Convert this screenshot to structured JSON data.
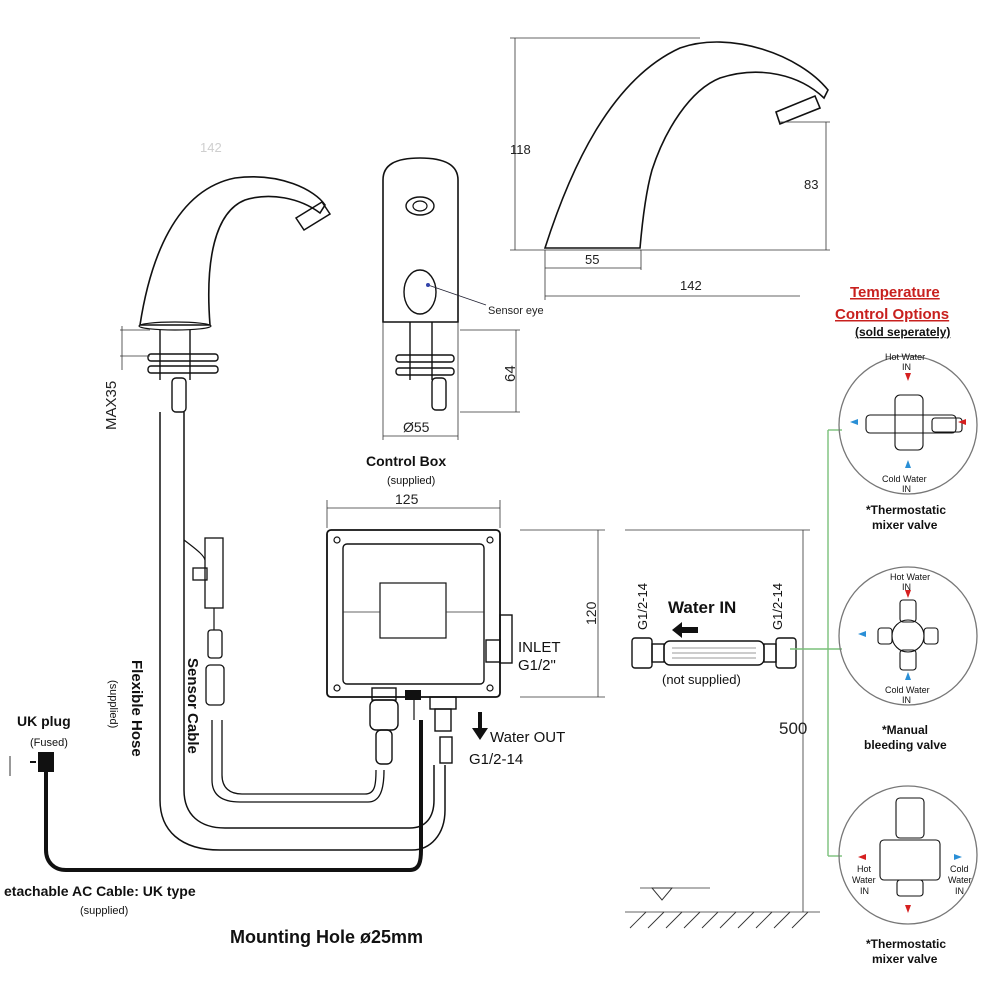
{
  "faucet": {
    "dims": {
      "top_width_faded": "142",
      "height": "118",
      "spout_height": "83",
      "base_width": "55",
      "total_width": "142",
      "max_deck": "MAX35",
      "shank_length": "64",
      "base_diameter": "Ø55"
    },
    "sensor_eye_label": "Sensor eye"
  },
  "control_box": {
    "title": "Control Box",
    "subtitle": "(supplied)",
    "width": "125",
    "height": "120",
    "inlet_label_1": "INLET",
    "inlet_label_2": "G1/2\"",
    "water_out_label": "Water OUT",
    "water_out_thread": "G1/2-14"
  },
  "hoses": {
    "flexible_hose": "Flexible Hose",
    "flexible_hose_sub": "(supplied)",
    "sensor_cable": "Sensor Cable"
  },
  "power": {
    "uk_plug": "UK plug",
    "uk_plug_sub": "(Fused)",
    "ac_cable": "etachable AC Cable: UK type",
    "ac_cable_sub": "(supplied)"
  },
  "mounting_hole": "Mounting Hole ø25mm",
  "water_in": {
    "label": "Water IN",
    "thread_left": "G1/2-14",
    "thread_right": "G1/2-14",
    "sub": "(not supplied)",
    "height": "500"
  },
  "temp_options": {
    "title_1": "Temperature",
    "title_2": "Control Options",
    "sub": "(sold seperately)",
    "options": [
      {
        "hot": "Hot Water",
        "hot_in": "IN",
        "cold": "Cold Water",
        "cold_in": "IN",
        "name_1": "*Thermostatic",
        "name_2": "mixer valve"
      },
      {
        "hot": "Hot Water",
        "hot_in": "IN",
        "cold": "Cold Water",
        "cold_in": "IN",
        "name_1": "*Manual",
        "name_2": "bleeding valve"
      },
      {
        "hot": "Hot",
        "hot_in": "Water",
        "hot_in2": "IN",
        "cold": "Cold",
        "cold_in": "Water",
        "cold_in2": "IN",
        "name_1": "*Thermostatic",
        "name_2": "mixer valve"
      }
    ]
  },
  "colors": {
    "accent_red": "#c8201e",
    "hot_arrow": "#d62020",
    "cold_arrow": "#2a8fd6",
    "connector_green": "#7ac07a"
  }
}
